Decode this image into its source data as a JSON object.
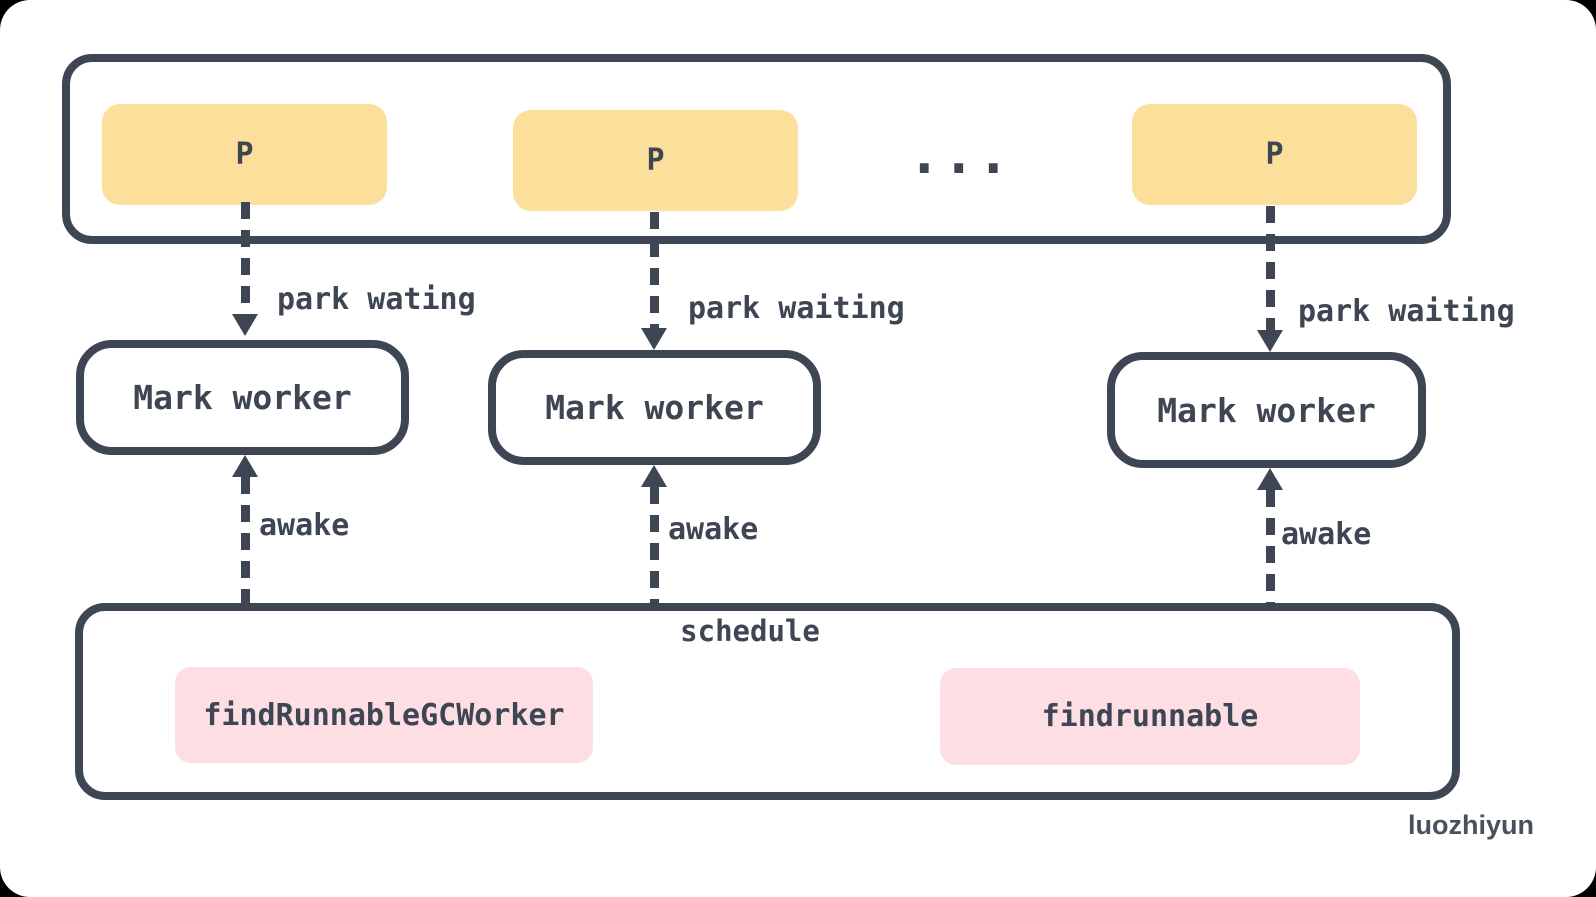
{
  "colors": {
    "ink": "#3E4653",
    "p_box_fill": "#FBDF9B",
    "function_box_fill": "#FCDEE3",
    "canvas": "#FFFFFF",
    "background": "#000000"
  },
  "top_row": {
    "p_boxes": [
      {
        "label": "P"
      },
      {
        "label": "P"
      },
      {
        "label": "P"
      }
    ],
    "ellipsis": "..."
  },
  "columns": [
    {
      "park_label": "park wating",
      "worker_label": "Mark worker",
      "awake_label": "awake"
    },
    {
      "park_label": "park waiting",
      "worker_label": "Mark worker",
      "awake_label": "awake"
    },
    {
      "park_label": "park waiting",
      "worker_label": "Mark worker",
      "awake_label": "awake"
    }
  ],
  "schedule": {
    "title": "schedule",
    "functions": [
      {
        "label": "findRunnableGCWorker"
      },
      {
        "label": "findrunnable"
      }
    ]
  },
  "watermark": "luozhiyun"
}
